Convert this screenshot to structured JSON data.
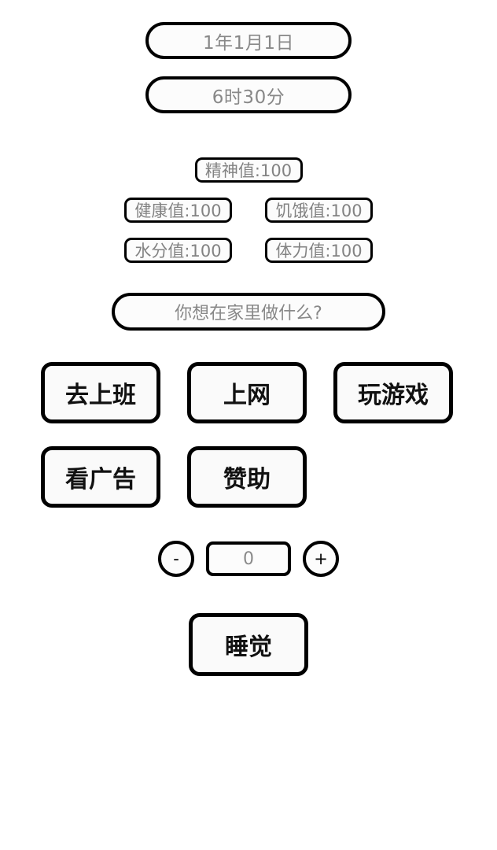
{
  "header": {
    "date": "1年1月1日",
    "time": "6时30分"
  },
  "stats": {
    "spirit": "精神值:100",
    "health": "健康值:100",
    "hunger": "饥饿值:100",
    "water": "水分值:100",
    "stamina": "体力值:100"
  },
  "prompt": {
    "text": "你想在家里做什么?"
  },
  "actions": {
    "row1": [
      {
        "label": "去上班"
      },
      {
        "label": "上网"
      },
      {
        "label": "玩游戏"
      }
    ],
    "row2": [
      {
        "label": "看广告"
      },
      {
        "label": "赞助"
      }
    ]
  },
  "stepper": {
    "decrement": "-",
    "value": "0",
    "increment": "+"
  },
  "sleep": {
    "label": "睡觉"
  },
  "colors": {
    "background": "#ffffff",
    "border": "#000000",
    "muted_text": "#888888",
    "strong_text": "#111111",
    "surface": "#fafafa"
  }
}
